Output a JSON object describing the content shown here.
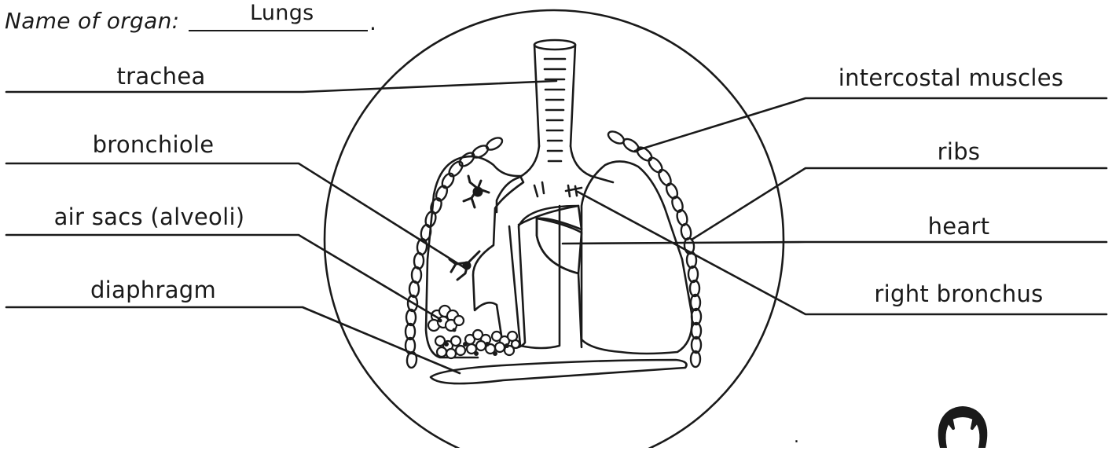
{
  "worksheet": {
    "prompt": "Name of organ:",
    "answer": "Lungs",
    "terminator": "."
  },
  "labels_left": {
    "trachea": "trachea",
    "bronchiole": "bronchiole",
    "air_sacs": "air sacs (alveoli)",
    "diaphragm": "diaphragm"
  },
  "labels_right": {
    "intercostal_muscles": "intercostal muscles",
    "ribs": "ribs",
    "heart": "heart",
    "right_bronchus": "right bronchus"
  },
  "footer": {
    "stray_mark": "."
  },
  "colors": {
    "ink": "#1a1a1a",
    "paper": "#ffffff"
  },
  "icons": [
    "lungs-diagram",
    "brand-logo-icon"
  ]
}
